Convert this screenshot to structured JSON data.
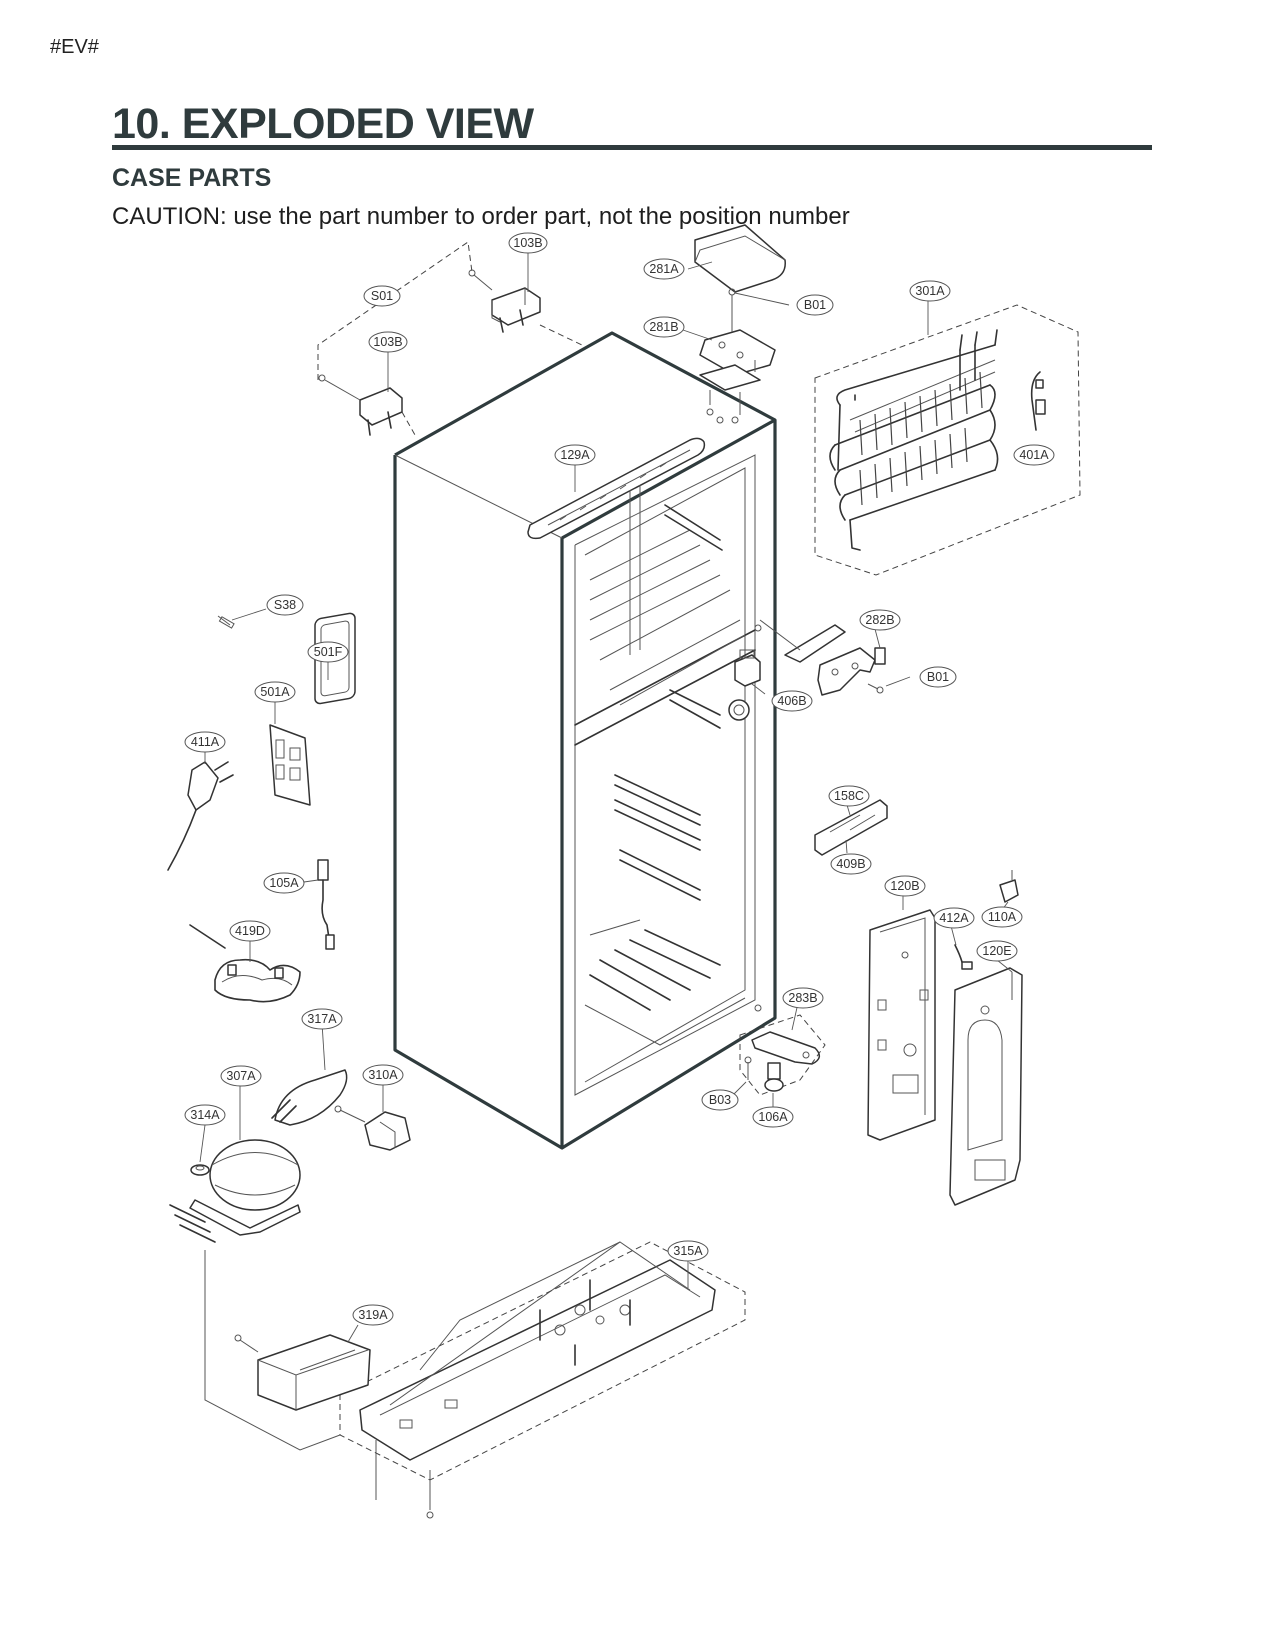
{
  "header": {
    "corner_tag": "#EV#",
    "title": "10. EXPLODED VIEW",
    "section": "CASE PARTS",
    "caution": "CAUTION: use the part number to order part, not the position number"
  },
  "callouts": [
    {
      "id": "103B",
      "name": "callout-103b-top"
    },
    {
      "id": "281A",
      "name": "callout-281a"
    },
    {
      "id": "B01",
      "name": "callout-b01-top"
    },
    {
      "id": "301A",
      "name": "callout-301a"
    },
    {
      "id": "S01",
      "name": "callout-s01"
    },
    {
      "id": "103B",
      "name": "callout-103b-left"
    },
    {
      "id": "281B",
      "name": "callout-281b"
    },
    {
      "id": "401A",
      "name": "callout-401a"
    },
    {
      "id": "129A",
      "name": "callout-129a"
    },
    {
      "id": "S38",
      "name": "callout-s38"
    },
    {
      "id": "282B",
      "name": "callout-282b"
    },
    {
      "id": "501F",
      "name": "callout-501f"
    },
    {
      "id": "B01",
      "name": "callout-b01-right"
    },
    {
      "id": "501A",
      "name": "callout-501a"
    },
    {
      "id": "406B",
      "name": "callout-406b"
    },
    {
      "id": "411A",
      "name": "callout-411a"
    },
    {
      "id": "158C",
      "name": "callout-158c"
    },
    {
      "id": "409B",
      "name": "callout-409b"
    },
    {
      "id": "105A",
      "name": "callout-105a"
    },
    {
      "id": "120B",
      "name": "callout-120b"
    },
    {
      "id": "412A",
      "name": "callout-412a"
    },
    {
      "id": "110A",
      "name": "callout-110a"
    },
    {
      "id": "419D",
      "name": "callout-419d"
    },
    {
      "id": "120E",
      "name": "callout-120e"
    },
    {
      "id": "283B",
      "name": "callout-283b"
    },
    {
      "id": "317A",
      "name": "callout-317a"
    },
    {
      "id": "307A",
      "name": "callout-307a"
    },
    {
      "id": "310A",
      "name": "callout-310a"
    },
    {
      "id": "B03",
      "name": "callout-b03"
    },
    {
      "id": "106A",
      "name": "callout-106a"
    },
    {
      "id": "314A",
      "name": "callout-314a"
    },
    {
      "id": "315A",
      "name": "callout-315a"
    },
    {
      "id": "319A",
      "name": "callout-319a"
    }
  ]
}
